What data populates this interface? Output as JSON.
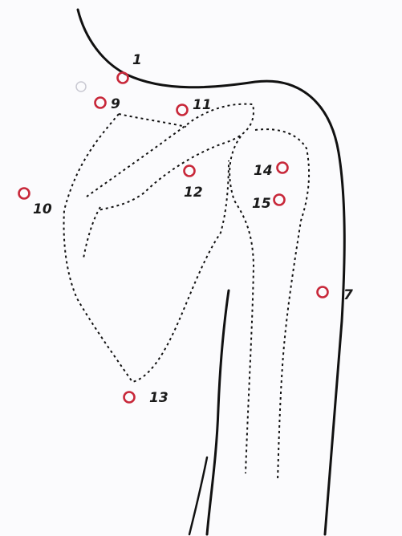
{
  "colors": {
    "paper": "#fbfbfd",
    "outline": "#111111",
    "point_stroke": "#c8283a",
    "label": "#1a1a1a"
  },
  "points": [
    {
      "id": "1",
      "label": "1"
    },
    {
      "id": "9",
      "label": "9"
    },
    {
      "id": "11",
      "label": "11"
    },
    {
      "id": "10",
      "label": "10"
    },
    {
      "id": "12",
      "label": "12"
    },
    {
      "id": "14",
      "label": "14"
    },
    {
      "id": "15",
      "label": "15"
    },
    {
      "id": "7",
      "label": "7"
    },
    {
      "id": "13",
      "label": "13"
    }
  ]
}
